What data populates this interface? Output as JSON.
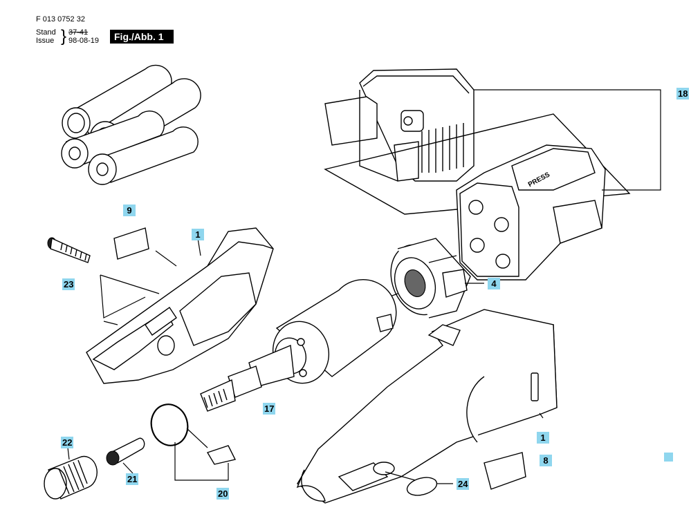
{
  "header": {
    "doc_number": "F 013 0752 32",
    "stand_label": "Stand",
    "issue_label": "Issue",
    "stand_value": "37-41",
    "issue_value": "98-08-19",
    "figure_label": "Fig./Abb. 1"
  },
  "part_callouts": {
    "p18": "18",
    "p9": "9",
    "p1_top": "1",
    "p23": "23",
    "p4": "4",
    "p17": "17",
    "p1_bottom": "1",
    "p8": "8",
    "p22": "22",
    "p21": "21",
    "p20": "20",
    "p24": "24"
  },
  "embossed_text": {
    "press": "PRESS"
  },
  "colors": {
    "callout_fill": "#8fd6ee",
    "ink": "#000000"
  }
}
